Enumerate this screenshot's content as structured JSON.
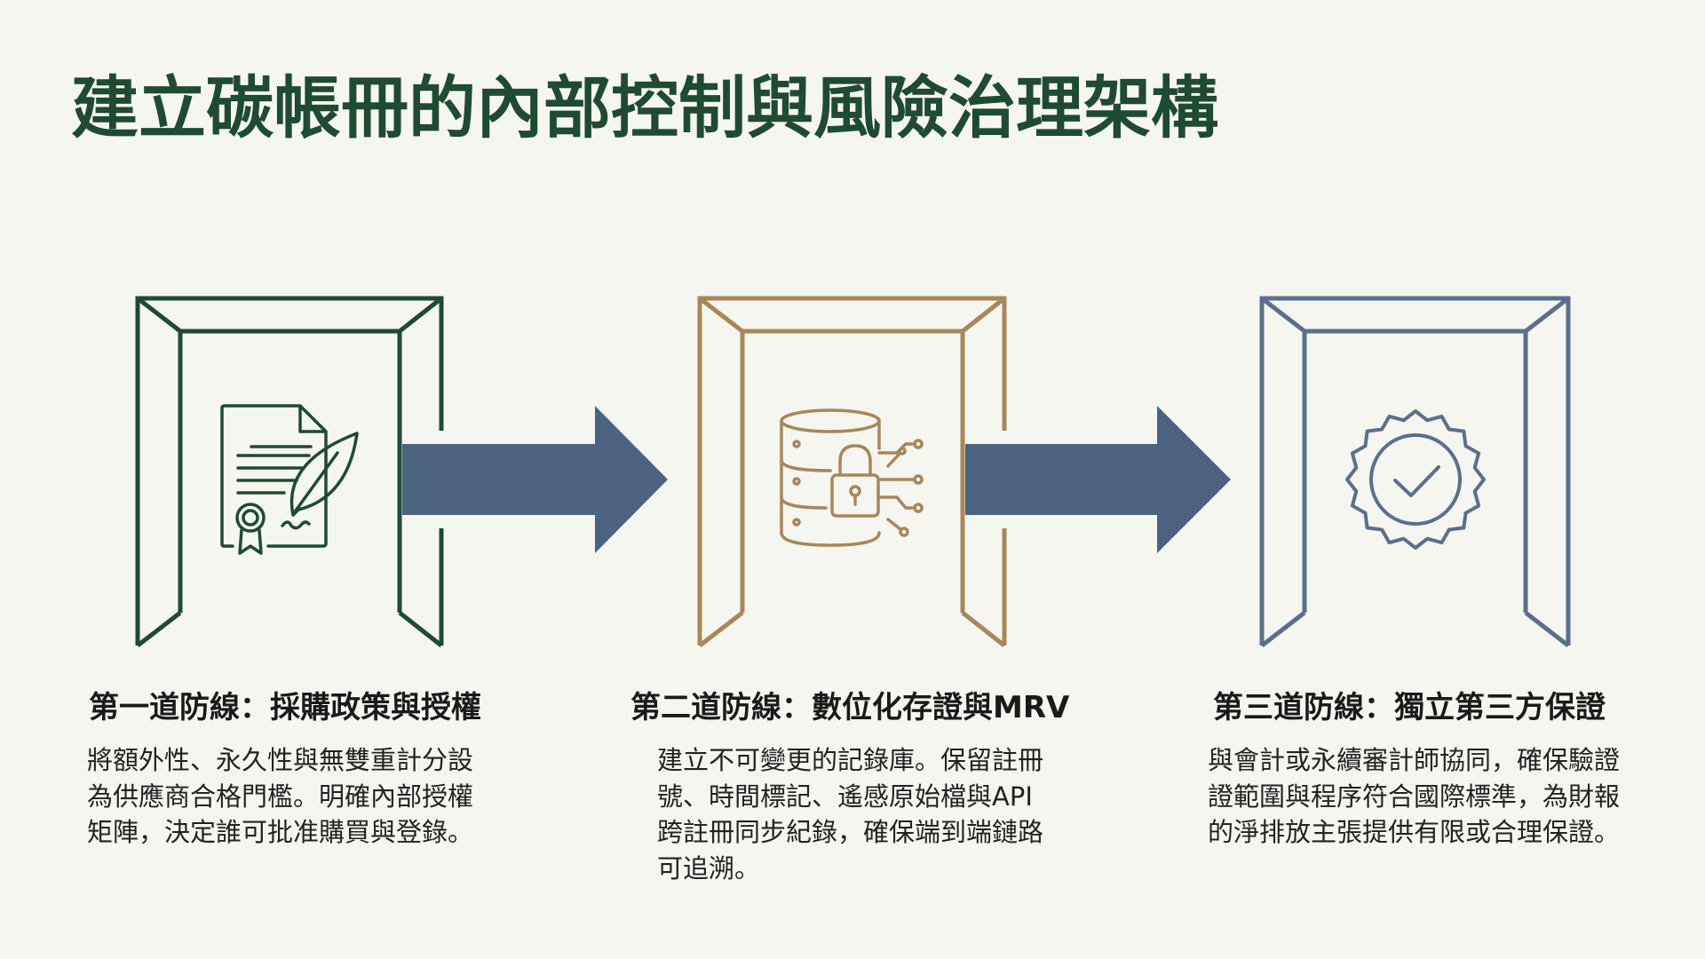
{
  "title": "建立碳帳冊的內部控制與風險治理架構",
  "colors": {
    "line1": "#1f4a33",
    "line2": "#a8875a",
    "line3": "#5b6f8c",
    "arrow": "#4c6481",
    "background": "#f6f6f1"
  },
  "stages": [
    {
      "icon": "signed-document-quill-icon",
      "heading": "第一道防線：採購政策與授權",
      "body": [
        "將額外性、永久性與無雙重計分設",
        "為供應商合格門檻。明確內部授權",
        "矩陣，決定誰可批准購買與登錄。"
      ]
    },
    {
      "icon": "secure-database-lock-icon",
      "heading": "第二道防線：數位化存證與MRV",
      "body": [
        "建立不可變更的記錄庫。保留註冊",
        "號、時間標記、遙感原始檔與API",
        "跨註冊同步紀錄，確保端到端鏈路",
        "可追溯。"
      ]
    },
    {
      "icon": "verified-badge-check-icon",
      "heading": "第三道防線：獨立第三方保證",
      "body": [
        "與會計或永續審計師協同，確保驗證",
        "證範圍與程序符合國際標準，為財報",
        "的淨排放主張提供有限或合理保證。"
      ]
    }
  ]
}
